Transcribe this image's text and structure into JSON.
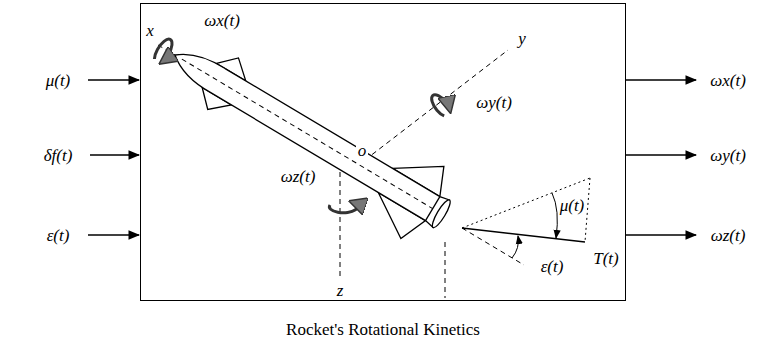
{
  "diagram": {
    "nodes": [
      {
        "text": [
          "Rocket's Rotational Kinetics"
        ]
      }
    ],
    "labels": [
      "μ(t)",
      "δf(t)",
      "ε(t)",
      "ωx(t)",
      "ωy(t)",
      "ωz(t)",
      "x",
      "ωx(t)",
      "y",
      "ωy(t)",
      "o",
      "ωz(t)",
      "z",
      "μ(t)",
      "ε(t)",
      "T(t)"
    ]
  }
}
